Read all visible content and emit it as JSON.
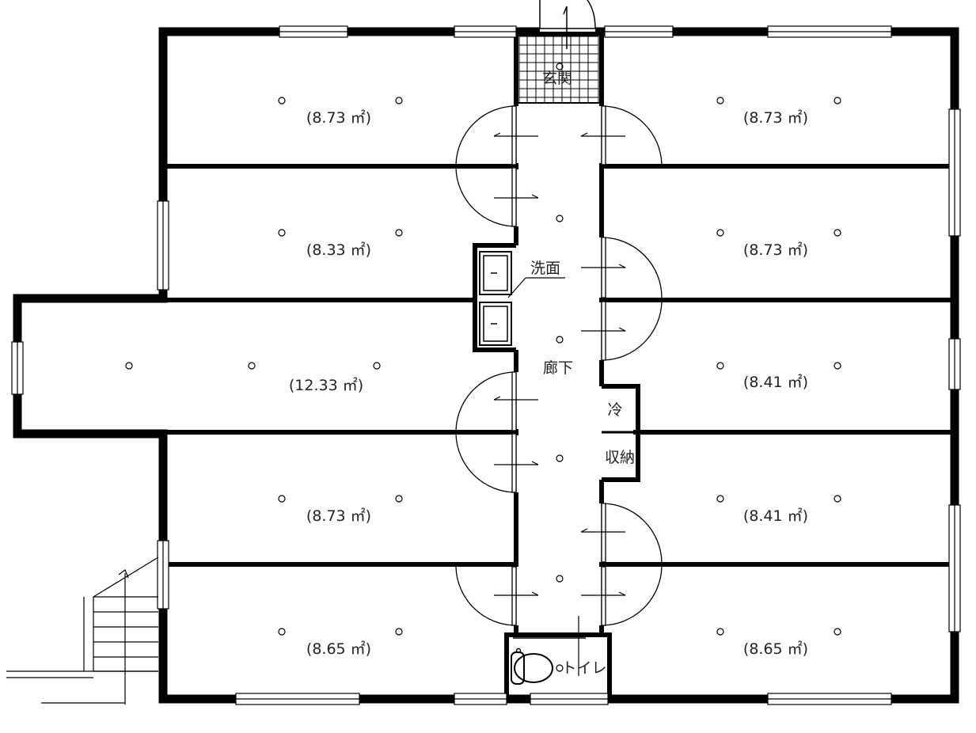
{
  "rooms": {
    "r_l1": "(8.73 ㎡)",
    "r_l2": "(8.33 ㎡)",
    "r_l3": "(12.33 ㎡)",
    "r_l4": "(8.73 ㎡)",
    "r_l5": "(8.65 ㎡)",
    "r_r1": "(8.73 ㎡)",
    "r_r2": "(8.73 ㎡)",
    "r_r3": "(8.41 ㎡)",
    "r_r4": "(8.41 ㎡)",
    "r_r5": "(8.65 ㎡)"
  },
  "labels": {
    "entrance": "玄関",
    "washroom": "洗面",
    "corridor": "廊下",
    "fridge": "冷",
    "storage": "収納",
    "toilet": "トイレ"
  }
}
